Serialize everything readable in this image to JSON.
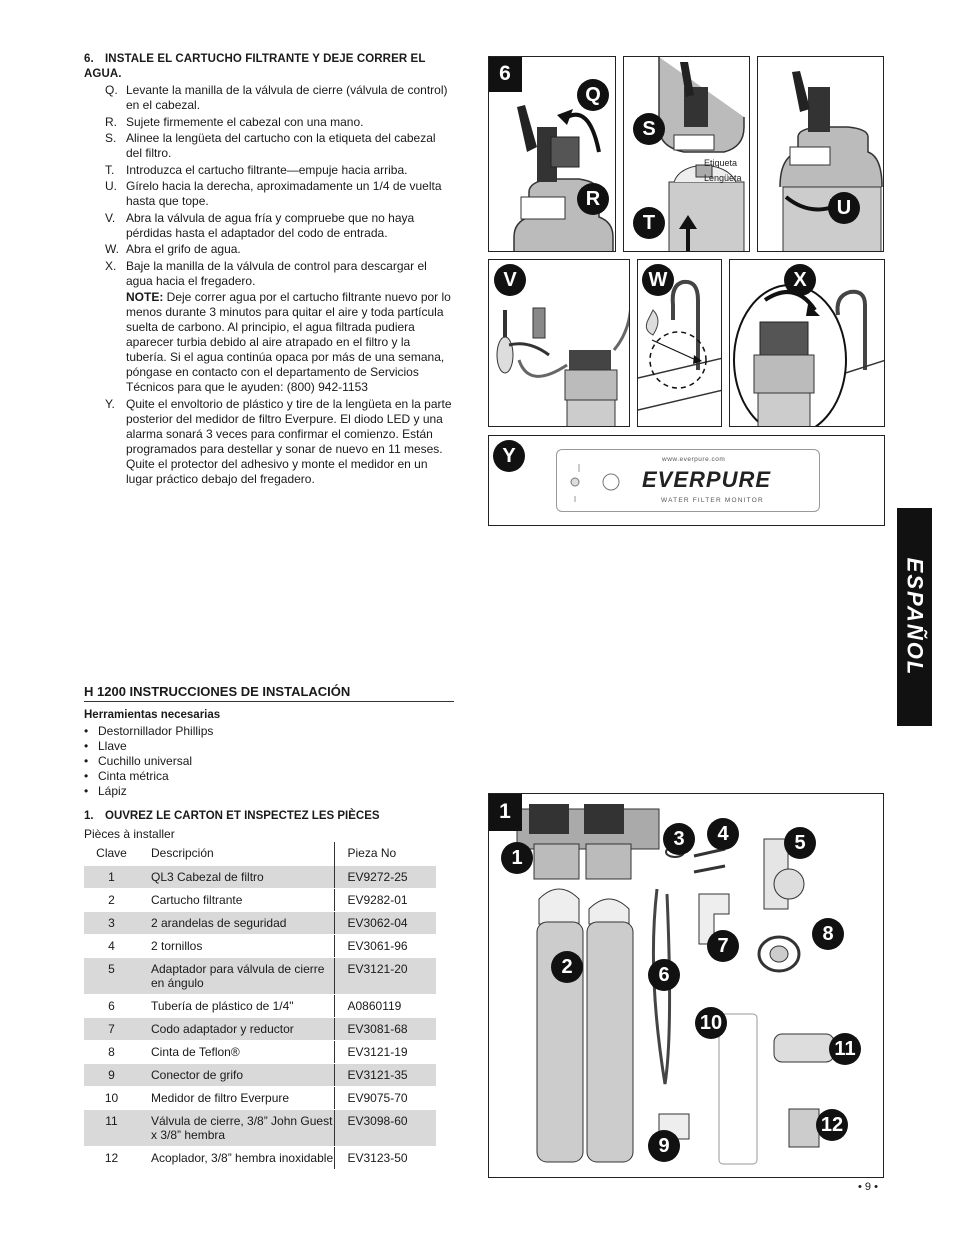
{
  "section6": {
    "num": "6.",
    "title": "INSTALE EL CARTUCHO FILTRANTE Y DEJE CORRER EL AGUA.",
    "items": [
      {
        "k": "Q.",
        "t": "Levante la manilla de la válvula de cierre (válvula de control) en el cabezal."
      },
      {
        "k": "R.",
        "t": "Sujete firmemente el cabezal con una mano."
      },
      {
        "k": "S.",
        "t": "Alinee la lengüeta del cartucho con la etiqueta del cabezal del filtro."
      },
      {
        "k": "T.",
        "t": "Introduzca el cartucho filtrante—empuje hacia arriba."
      },
      {
        "k": "U.",
        "t": "Gírelo hacia la derecha, aproximadamente un 1/4 de vuelta hasta que tope."
      },
      {
        "k": "V.",
        "t": "Abra la válvula de agua fría y compruebe que no haya pérdidas hasta el adaptador del codo de entrada."
      },
      {
        "k": "W.",
        "t": "Abra el grifo de agua."
      },
      {
        "k": "X.",
        "t": "Baje la manilla de la válvula de control para descargar el agua hacia el fregadero."
      }
    ],
    "note_label": "NOTE:",
    "note_text": " Deje correr agua por el cartucho filtrante nuevo por lo menos durante 3 minutos para quitar el aire y toda partícula suelta de carbono. Al principio, el agua filtrada pudiera aparecer turbia debido al aire atrapado en el filtro y la tubería. Si el agua continúa opaca por más de una semana, póngase en contacto con el departamento de Servicios Técnicos para que le ayuden: (800) 942-1153",
    "item_y": {
      "k": "Y.",
      "t": "Quite el envoltorio de plástico y tire de la lengüeta en la parte posterior del medidor de filtro Everpure. El diodo LED y una alarma sonará 3 veces para confirmar el comienzo. Están programados para destellar y sonar de nuevo en 11 meses. Quite el protector del adhesivo y monte el medidor en un lugar práctico debajo del fregadero."
    }
  },
  "section_h1200": {
    "title": "H 1200 INSTRUCCIONES DE INSTALACIÓN",
    "tools_title": "Herramientas necesarias",
    "tools": [
      "Destornillador Phillips",
      "Llave",
      "Cuchillo universal",
      "Cinta métrica",
      "Lápiz"
    ],
    "step_num": "1.",
    "step_title": "OUVREZ LE CARTON ET INSPECTEZ LES PIÈCES",
    "step_sub": "Pièces à installer"
  },
  "parts_table": {
    "headers": [
      "Clave",
      "Descripción",
      "Pieza No"
    ],
    "rows": [
      [
        "1",
        "QL3 Cabezal de filtro",
        "EV9272-25"
      ],
      [
        "2",
        "Cartucho filtrante",
        "EV9282-01"
      ],
      [
        "3",
        "2 arandelas de seguridad",
        "EV3062-04"
      ],
      [
        "4",
        "2 tornillos",
        "EV3061-96"
      ],
      [
        "5",
        "Adaptador para válvula de cierre en ángulo",
        "EV3121-20"
      ],
      [
        "6",
        "Tubería de plástico de 1/4\"",
        "A0860119"
      ],
      [
        "7",
        "Codo adaptador y reductor",
        "EV3081-68"
      ],
      [
        "8",
        "Cinta de Teflon®",
        "EV3121-19"
      ],
      [
        "9",
        "Conector de grifo",
        "EV3121-35"
      ],
      [
        "10",
        "Medidor de filtro Everpure",
        "EV9075-70"
      ],
      [
        "11",
        "Válvula de cierre, 3/8” John Guest x 3/8” hembra",
        "EV3098-60"
      ],
      [
        "12",
        "Acoplador, 3/8” hembra inoxidable",
        "EV3123-50"
      ]
    ]
  },
  "figure6": {
    "badge": "6",
    "letters": {
      "q": "Q",
      "r": "R",
      "s": "S",
      "t": "T",
      "u": "U",
      "v": "V",
      "w": "W",
      "x": "X",
      "y": "Y"
    },
    "label_etiqueta": "Etiqueta",
    "label_lengueta": "Lengüeta",
    "monitor_url": "www.everpure.com",
    "monitor_brand": "EVERPURE",
    "monitor_sub": "WATER FILTER MONITOR"
  },
  "figure1": {
    "badge": "1",
    "callouts": [
      "1",
      "2",
      "3",
      "4",
      "5",
      "6",
      "7",
      "8",
      "9",
      "10",
      "11",
      "12"
    ]
  },
  "side_tab": "ESPAÑOL",
  "page_number": "• 9 •"
}
